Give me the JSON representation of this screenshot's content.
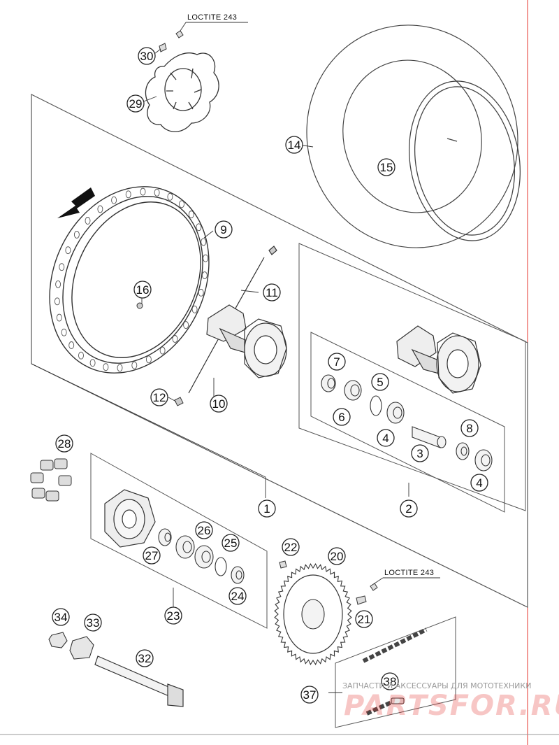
{
  "callouts": [
    {
      "label": "1"
    },
    {
      "label": "2"
    },
    {
      "label": "3"
    },
    {
      "label": "4"
    },
    {
      "label": "4"
    },
    {
      "label": "5"
    },
    {
      "label": "6"
    },
    {
      "label": "7"
    },
    {
      "label": "8"
    },
    {
      "label": "9"
    },
    {
      "label": "10"
    },
    {
      "label": "11"
    },
    {
      "label": "12"
    },
    {
      "label": "14"
    },
    {
      "label": "15"
    },
    {
      "label": "16"
    },
    {
      "label": "20"
    },
    {
      "label": "21"
    },
    {
      "label": "22"
    },
    {
      "label": "23"
    },
    {
      "label": "24"
    },
    {
      "label": "25"
    },
    {
      "label": "26"
    },
    {
      "label": "27"
    },
    {
      "label": "28"
    },
    {
      "label": "29"
    },
    {
      "label": "30"
    },
    {
      "label": "32"
    },
    {
      "label": "33"
    },
    {
      "label": "34"
    },
    {
      "label": "37"
    },
    {
      "label": "38"
    }
  ],
  "notes": {
    "loctite_top": "LOCTITE 243",
    "loctite_bottom": "LOCTITE 243"
  },
  "watermark": {
    "tagline": "ЗАПЧАСТИ И АКСЕССУАРЫ ДЛЯ МОТОТЕХНИКИ",
    "brand": "PARTSFOR.RU"
  },
  "colors": {
    "line": "#333333",
    "accent": "#e4342d"
  }
}
